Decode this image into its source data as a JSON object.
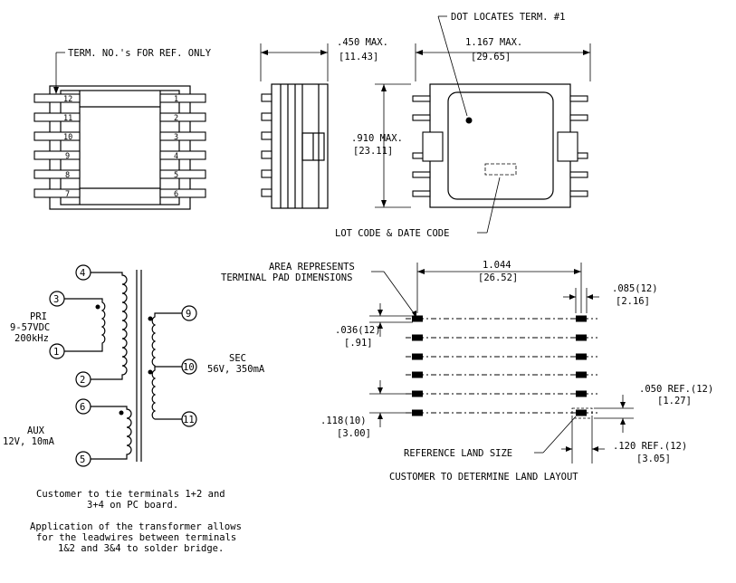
{
  "top": {
    "term_note": "TERM. NO.'s FOR REF. ONLY",
    "dot_note": "DOT LOCATES TERM. #1",
    "lot_note": "LOT CODE & DATE CODE",
    "height_max": ".450 MAX.",
    "height_max_mm": "[11.43]",
    "width_max": "1.167 MAX.",
    "width_max_mm": "[29.65]",
    "depth_max": ".910 MAX.",
    "depth_max_mm": "[23.11]",
    "left_pins": [
      "12",
      "11",
      "10",
      "9",
      "8",
      "7"
    ],
    "right_pins": [
      "1",
      "2",
      "3",
      "4",
      "5",
      "6"
    ]
  },
  "schematic": {
    "pri_label": "PRI",
    "pri_voltage": "9-57VDC",
    "pri_freq": "200kHz",
    "sec_label": "SEC",
    "sec_rating": "56V, 350mA",
    "aux_label": "AUX",
    "aux_rating": "12V, 10mA",
    "terminals": {
      "t1": "1",
      "t2": "2",
      "t3": "3",
      "t4": "4",
      "t5": "5",
      "t6": "6",
      "t9": "9",
      "t10": "10",
      "t11": "11"
    }
  },
  "land": {
    "area_note_1": "AREA REPRESENTS",
    "area_note_2": "TERMINAL PAD DIMENSIONS",
    "pitch_span": "1.044",
    "pitch_span_mm": "[26.52]",
    "pad_width": ".085(12)",
    "pad_width_mm": "[2.16]",
    "pad_height": ".036(12)",
    "pad_height_mm": "[.91]",
    "row_pitch": ".118(10)",
    "row_pitch_mm": "[3.00]",
    "ref_050": ".050 REF.(12)",
    "ref_050_mm": "[1.27]",
    "ref_120": ".120 REF.(12)",
    "ref_120_mm": "[3.05]",
    "ref_land": "REFERENCE LAND SIZE",
    "customer_land": "CUSTOMER TO DETERMINE LAND LAYOUT"
  },
  "notes": {
    "line1": "Customer to tie terminals 1+2 and",
    "line2": "3+4 on PC board.",
    "line3": "Application of the transformer allows",
    "line4": "for the leadwires between terminals",
    "line5": "1&2 and 3&4 to solder bridge."
  }
}
